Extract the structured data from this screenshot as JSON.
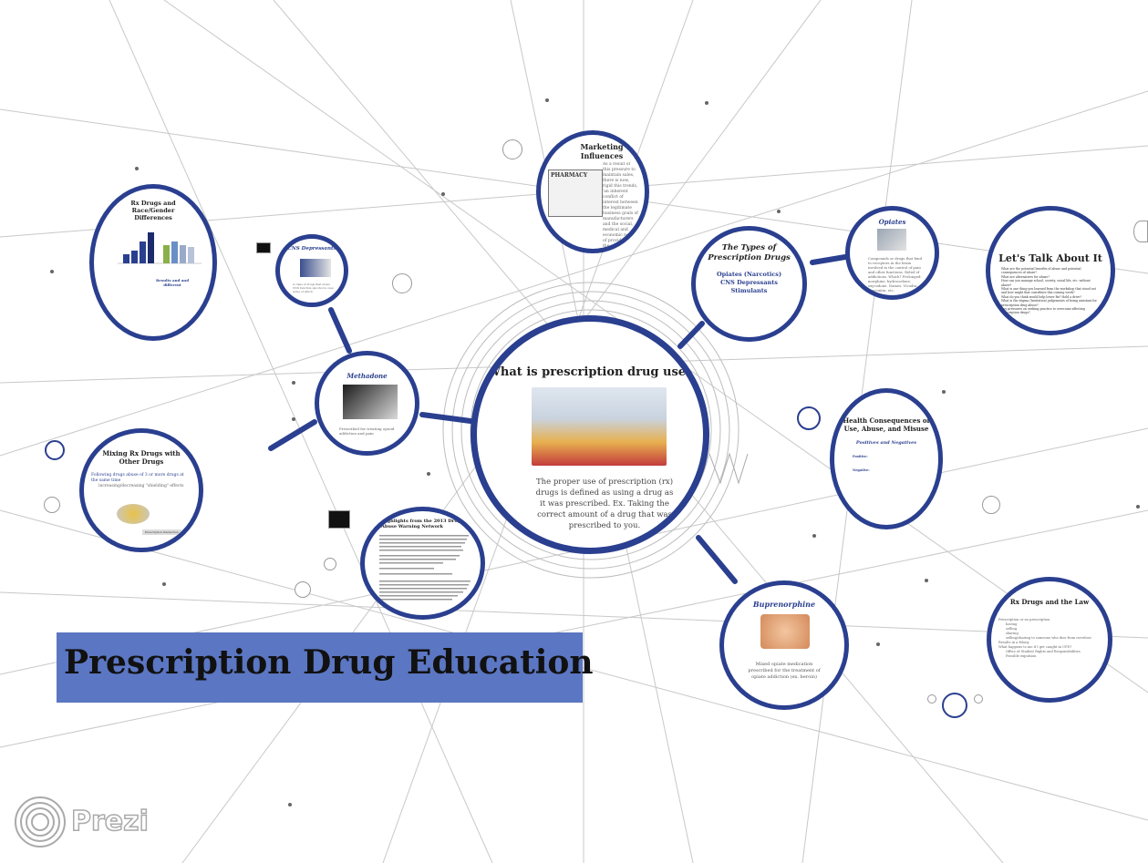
{
  "presentation": {
    "title": "Prescription Drug Education",
    "logo_text": "Prezi"
  },
  "central": {
    "heading": "What is prescription drug use?",
    "body": "The proper use of prescription (rx) drugs is defined as using a drug as it was prescribed. Ex. Taking the correct amount of a drug that was prescribed to you."
  },
  "marketing": {
    "heading": "Marketing Influences",
    "image_label": "PHARMACY",
    "body": "As a result of this pressure to maintain sales, there is now, rigid this trends, 'an inherent conflict of interest between the legitimate business goals of manufacturers and the social, medical and economic needs of providers and the public to select rational drugs in the most rational way'"
  },
  "types": {
    "heading": "The Types of Prescription Drugs",
    "items": [
      "Opiates (Narcotics)",
      "CNS Depressants",
      "Stimulants"
    ]
  },
  "opiates": {
    "heading": "Opiates",
    "body": "Compounds or drugs that bind to receptors in the brain involved in the control of pain and other functions. Relief of addictions. Which? Prolonged: morphine, hydrocodone, oxycodone. Names: Vicodin, Oxycontin, etc."
  },
  "talk": {
    "heading": "Let's Talk About It",
    "questions": [
      "What are the potential benefits of abuse and potential consequences of abuse?",
      "What are alternatives for abuse?",
      "How can you manage school, society, social life, etc. without abuse?",
      "What is one thing you learned from the workshop that stood out and how might that contribute this coming week?",
      "What do you think would help lower Rx? Hold a drive?",
      "What is the stigma (hesitation) judgements of being assistant for prescription drug abuse?",
      "Any pressures on seeking practice to overcome affecting prescription drugs?"
    ]
  },
  "rx_race": {
    "heading": "Rx Drugs and Race/Gender Differences",
    "subheading": "Results and and different"
  },
  "cns": {
    "heading": "CNS Depressants",
    "body": "A class of drugs that slows CNS function (alcohol is one) some of which"
  },
  "methadone": {
    "heading": "Methadone",
    "body": "Prescribed for treating opioid addiction and pain"
  },
  "mixing": {
    "heading": "Mixing Rx Drugs with Other Drugs",
    "items": [
      "Following drugs abuse of 3 or more drugs at the same time",
      "increasing/decreasing \"shielding\" effects"
    ],
    "caption": "Prescription Interaction"
  },
  "survey": {
    "heading": "Highlights from the 2013 Drug Abuse Warning Network"
  },
  "health": {
    "heading": "Health Consequences of Use, Abuse, and Misuse",
    "subheading": "Positives and Negatives",
    "positive_label": "Positive:",
    "negative_label": "Negative:"
  },
  "buprenorphine": {
    "heading": "Buprenorphine",
    "body": "Mixed opiate medication prescribed for the treatment of opiate addiction (ex. heroin)"
  },
  "law": {
    "heading": "Rx Drugs and the Law",
    "items": [
      "Prescription or no prescription",
      "having",
      "selling",
      "sharing",
      "selling/sharing to someone who dies from overdose",
      "Results in a felony",
      "What happens to me if I get caught in UFD?",
      "Office of Student Rights and Responsibilities",
      "Possible expulsion"
    ]
  },
  "colors": {
    "accent": "#2a3f8f",
    "banner": "#5b76c2"
  }
}
